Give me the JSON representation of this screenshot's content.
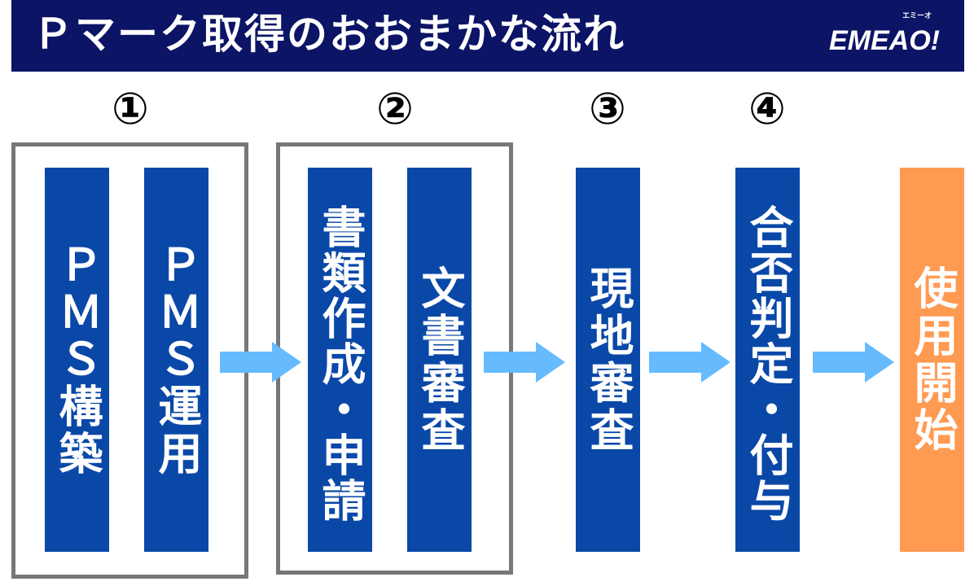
{
  "header": {
    "title": "Ｐマーク取得のおおまかな流れ",
    "logo": "EMEAO!",
    "logo_sub": "エミーオ"
  },
  "steps": [
    {
      "number": "①",
      "items": [
        "ＰＭＳ構築",
        "ＰＭＳ運用"
      ]
    },
    {
      "number": "②",
      "items": [
        "書類作成・申請",
        "文書審査"
      ]
    },
    {
      "number": "③",
      "items": [
        "現地審査"
      ]
    },
    {
      "number": "④",
      "items": [
        "合否判定・付与"
      ]
    }
  ],
  "final": "使用開始",
  "colors": {
    "header": "#0c1466",
    "step": "#0a48a8",
    "final": "#ff9a52",
    "arrow": "#66bbff",
    "border": "#777777"
  }
}
